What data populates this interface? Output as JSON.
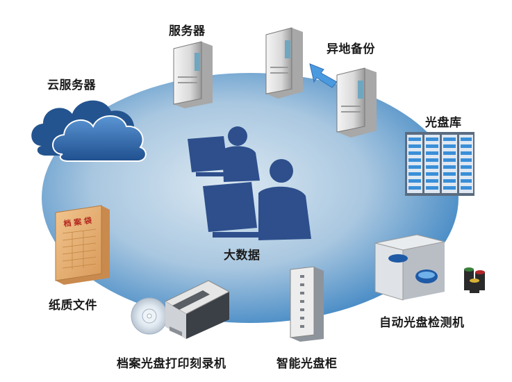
{
  "labels": {
    "server": "服务器",
    "backup": "异地备份",
    "cloud": "云服务器",
    "jukebox": "光盘库",
    "bigdata": "大数据",
    "paper": "纸质文件",
    "envelope_text": "档 案 袋",
    "printer": "档案光盘打印刻录机",
    "cabinet": "智能光盘柜",
    "detector": "自动光盘检测机"
  },
  "icons": {
    "server": "server-tower-icon",
    "backup": "backup-server-icon",
    "arrow": "transfer-arrow-icon",
    "cloud": "cloud-icon",
    "jukebox": "optical-library-rack-icon",
    "workers": "workstation-users-icon",
    "paper": "archive-envelope-icon",
    "printer": "disc-printer-icon",
    "disc": "optical-disc-icon",
    "cabinet": "disc-cabinet-icon",
    "detector": "disc-inspector-icon"
  },
  "colors": {
    "ellipse_center": "#c9dcea",
    "ellipse_edge": "#3f86c3",
    "figure": "#2e4f8c",
    "cloud": "#2f66a8",
    "server_body": "#e8e8e8",
    "rack_blue": "#3a8fd8",
    "envelope": "#e8b37a"
  }
}
